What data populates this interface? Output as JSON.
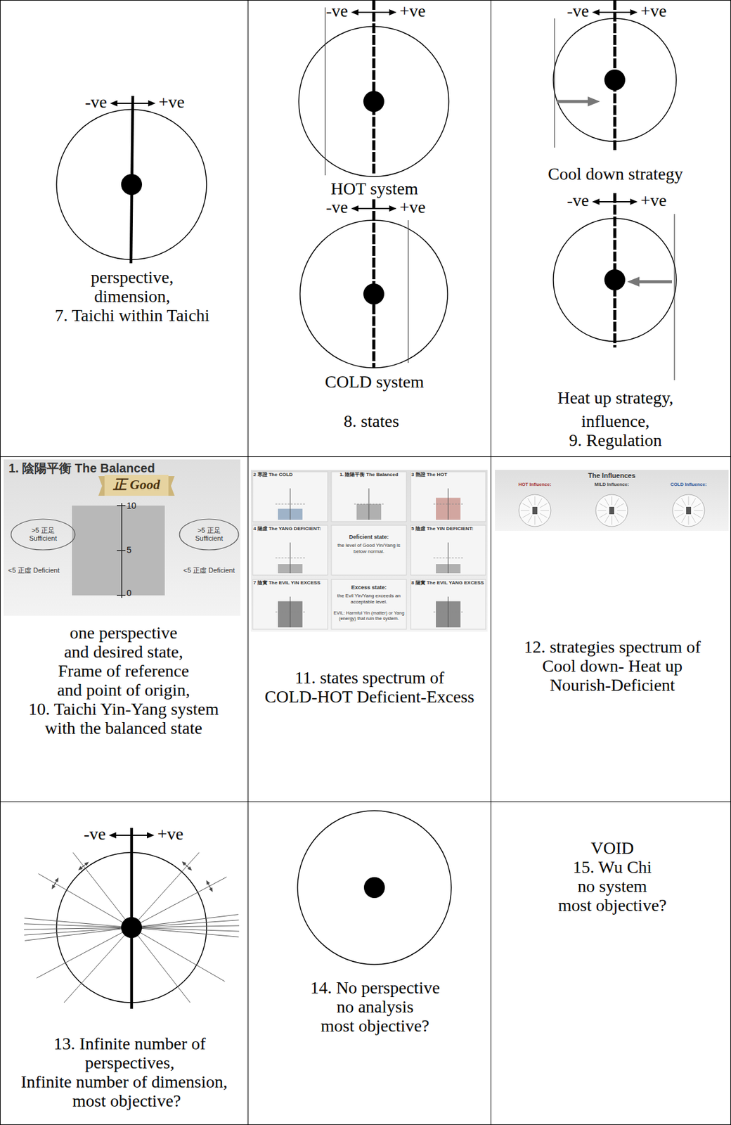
{
  "diagram": {
    "nodes": [
      {
        "text": [
          "perspective,",
          "dimension,",
          "7. Taichi within Taichi"
        ]
      },
      {
        "text": [
          "HOT system",
          "COLD system",
          "8. states"
        ]
      },
      {
        "text": [
          "Cool down strategy",
          "Heat up strategy,",
          "influence,",
          "9. Regulation"
        ]
      },
      {
        "text": [
          "one perspective and desired state,",
          "Frame of reference and point of origin,",
          "10. Taichi Yin-Yang system with the balanced state"
        ]
      },
      {
        "text": [
          "11. states spectrum of COLD-HOT Deficient-Excess"
        ]
      },
      {
        "text": [
          "12. strategies spectrum of Cool down- Heat up Nourish-Deficient"
        ]
      },
      {
        "text": [
          "13. Infinite number of perspectives,",
          "Infinite number of dimension,",
          "most objective?"
        ]
      },
      {
        "text": [
          "14. No perspective",
          "no analysis",
          "most objective?"
        ]
      },
      {
        "text": [
          "VOID",
          "15. Wu Chi",
          "no system",
          "most objective?"
        ]
      }
    ],
    "labels": [
      "-ve",
      "+ve",
      "-ve",
      "+ve",
      "-ve",
      "+ve",
      "-ve",
      "+ve",
      "-ve",
      "+ve",
      "1. 陰陽平衡 The Balanced",
      "正 Good",
      "10",
      ">5 正足 Sufficient",
      ">5 正足 Sufficient",
      "5",
      "<5 正虛 Deficient",
      "<5 正虛 Deficient",
      "0",
      "2 寒證 The COLD",
      "1. 陰陽平衡 The Balanced",
      "3 熱證 The HOT",
      "4 陽虛 The YANG DEFICIENT:",
      "Deficient state:",
      "the level of Good Yin/Yang is below normal.",
      "5 陰虛 The YIN DEFICIENT:",
      "7 陰實 The EVIL YIN EXCESS",
      "Excess state:",
      "the Evil Yin/Yang exceeds an acceptable level.",
      "8 陽實 The EVIL YANG EXCESS",
      "EVIL: Harmful Yin (matter) or Yang (energy) that ruin the system.",
      "The Influences",
      "HOT Influence:",
      "MILD Influence:",
      "COLD Influence:",
      "-ve",
      "+ve"
    ]
  }
}
